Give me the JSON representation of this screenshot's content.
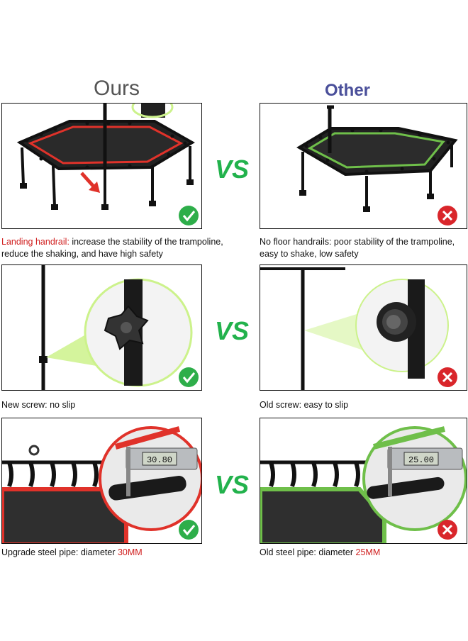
{
  "headers": {
    "ours": "Ours",
    "other": "Other"
  },
  "vs_label": "VS",
  "rows": [
    {
      "ours_caption": {
        "highlight": "Landing handrail:",
        "text": " increase the stability of the trampoline, reduce the shaking, and have high safety"
      },
      "other_caption": {
        "text": "No floor handrails: poor stability of the trampoline, easy to shake, low safety"
      }
    },
    {
      "ours_caption": {
        "text": "New screw: no slip"
      },
      "other_caption": {
        "text": "Old screw: easy to slip"
      }
    },
    {
      "ours_caption": {
        "text": "Upgrade steel pipe: diameter ",
        "highlight": "30MM"
      },
      "other_caption": {
        "text": "Old steel pipe: diameter ",
        "highlight": "25MM"
      }
    }
  ],
  "caliper_readings": {
    "ours": "30.80",
    "other": "25.00"
  },
  "colors": {
    "ours_accent": "#e0322a",
    "other_accent": "#6fbf4a",
    "vs": "#22b24c",
    "check": "#2eae4a",
    "cross": "#d9262b",
    "other_title": "#4a4f9a"
  },
  "icons": {
    "ours_badge": "check-icon",
    "other_badge": "cross-icon",
    "arrow": "red-arrow-icon"
  }
}
